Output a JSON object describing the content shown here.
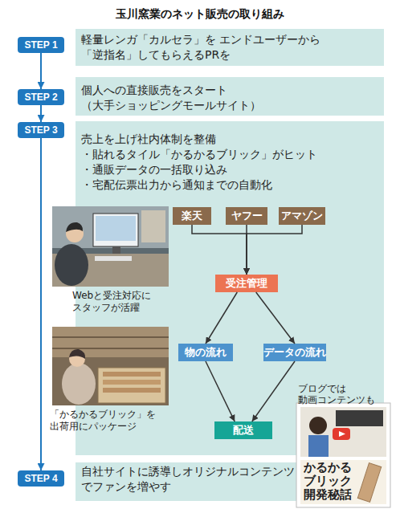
{
  "diagram": {
    "title": "玉川窯業のネット販売の取り組み",
    "nodes": [
      {
        "text": [
          "STEP 1"
        ]
      },
      {
        "text": [
          "軽量レンガ「カルセラ」を エンドユーザーから「逆指名」してもらえるPRを"
        ]
      },
      {
        "text": [
          "STEP 2"
        ]
      },
      {
        "text": [
          "個人への直接販売をスタート （大手ショッピングモールサイト）"
        ]
      },
      {
        "text": [
          "STEP 3"
        ]
      },
      {
        "text": [
          "売上を上げ社内体制を整備",
          "・貼れるタイル「かるかるブリック」がヒット",
          "・通販データの一括取り込み",
          "・宅配伝票出力から通知までの自動化"
        ]
      },
      {
        "text": [
          "楽天"
        ],
        "in": 5
      },
      {
        "text": [
          "ヤフー"
        ],
        "in": 5
      },
      {
        "text": [
          "アマゾン"
        ],
        "in": 5
      },
      {
        "text": [
          "受注管理"
        ],
        "in": 5
      },
      {
        "text": [
          "物の流れ"
        ],
        "in": 5
      },
      {
        "text": [
          "データの流れ"
        ],
        "in": 5
      },
      {
        "text": [
          "配送"
        ],
        "in": 5
      },
      {
        "text": [
          "STEP 4"
        ]
      },
      {
        "text": [
          "自社サイトに誘導しオリジナルコンテンツ でファンを増やす"
        ]
      }
    ],
    "edges": [
      {
        "from": 0,
        "to": 2,
        "arrow": "to"
      },
      {
        "from": 2,
        "to": 4,
        "arrow": "to"
      },
      {
        "from": 4,
        "to": 13,
        "arrow": "to"
      },
      {
        "from": 6,
        "to": 9,
        "arrow": "to"
      },
      {
        "from": 7,
        "to": 9,
        "arrow": "to"
      },
      {
        "from": 8,
        "to": 9,
        "arrow": "to"
      },
      {
        "from": 9,
        "to": 10,
        "arrow": "to"
      },
      {
        "from": 9,
        "to": 11,
        "arrow": "to"
      },
      {
        "from": 10,
        "to": 12,
        "arrow": "to"
      },
      {
        "from": 11,
        "to": 12,
        "arrow": "to"
      }
    ],
    "labels": [
      "Webと受注対応に スタッフが活躍",
      "「かるかるブリック」を 出荷用にパッケージ",
      "ブログでは 動画コンテンツも",
      "かるかる ブリック 開発秘話"
    ]
  }
}
